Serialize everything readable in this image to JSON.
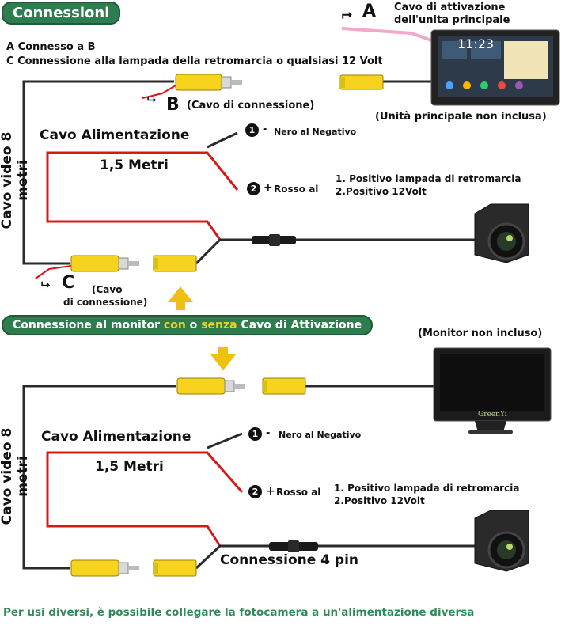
{
  "header": {
    "title": "Connessioni"
  },
  "legend": {
    "line_a": "A Connesso a B",
    "line_c": "C Connessione alla lampada della retromarcia o qualsiasi 12 Volt"
  },
  "top": {
    "trigger_letter": "A",
    "trigger_label_1": "Cavo di attivazione",
    "trigger_label_2": "dell'unita principale",
    "head_unit_time": "11:23",
    "head_unit_note": "(Unità principale non inclusa)",
    "letter_b": "B",
    "cable_b": "(Cavo di connessione)",
    "video_label": "Cavo video 8 metri",
    "power_title": "Cavo Alimentazione",
    "power_length": "1,5 Metri",
    "neg_num": "1",
    "neg_sign": "-",
    "neg_text": "Nero al Negativo",
    "pos_num": "2",
    "pos_sign": "+",
    "pos_text": "Rosso al",
    "pos_opt_1": "1. Positivo lampada di retromarcia",
    "pos_opt_2": "2.Positivo 12Volt",
    "letter_c": "C",
    "cable_c_1": "(Cavo",
    "cable_c_2": "di connessione)"
  },
  "banner": {
    "part1": "Connessione al monitor ",
    "part2": "con",
    "part3": " o ",
    "part4": "senza",
    "part5": " Cavo di Attivazione",
    "highlight_color": "#f0d020"
  },
  "bottom": {
    "monitor_note": "(Monitor non incluso)",
    "monitor_brand": "GreenYi",
    "video_label": "Cavo video 8 metri",
    "power_title": "Cavo Alimentazione",
    "power_length": "1,5 Metri",
    "neg_num": "1",
    "neg_sign": "-",
    "neg_text": "Nero al Negativo",
    "pos_num": "2",
    "pos_sign": "+",
    "pos_text": "Rosso al",
    "pos_opt_1": "1. Positivo lampada di retromarcia",
    "pos_opt_2": "2.Positivo 12Volt",
    "connector_label": "Connessione 4 pin"
  },
  "footer": {
    "note": "Per usi diversi, è possibile collegare la fotocamera a un'alimentazione diversa",
    "color": "#2e8b57"
  },
  "colors": {
    "rca_yellow": "#f5d31e",
    "wire_red": "#d81818",
    "wire_black": "#2a2a2a",
    "pink": "#f2a8c8",
    "green": "#2e7d4f"
  }
}
